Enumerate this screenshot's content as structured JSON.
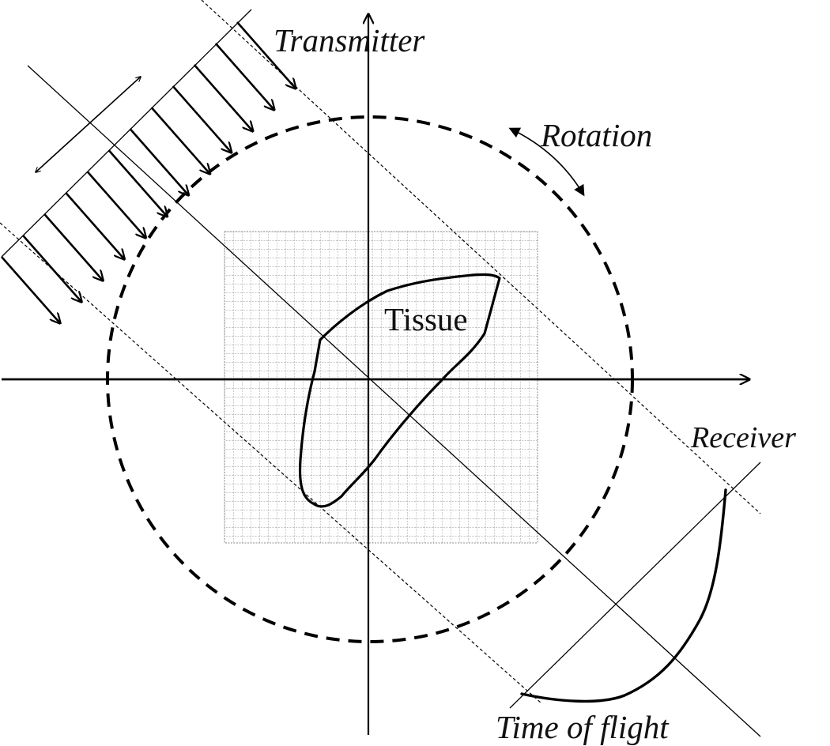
{
  "labels": {
    "transmitter": "Transmitter",
    "rotation": "Rotation",
    "tissue": "Tissue",
    "receiver": "Receiver",
    "time_of_flight": "Time of flight"
  }
}
